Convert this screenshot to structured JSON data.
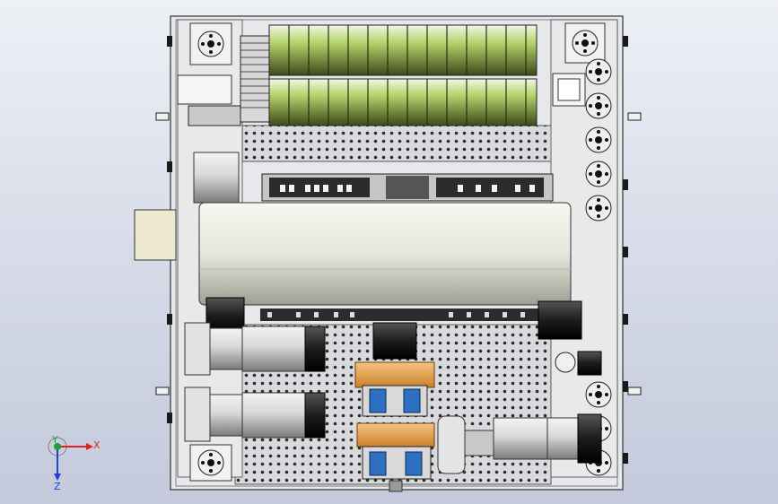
{
  "triad": {
    "x_label": "X",
    "y_label": "Y",
    "z_label": "Z"
  },
  "colors": {
    "frame": "#e7e8ec",
    "plate": "#cfd0d4",
    "hole": "#2c2c2c",
    "roller_green": "#b5d36b",
    "roller_dark": "#3d4a1a",
    "cylinder": "#ecece4",
    "orange": "#e7a24a",
    "blue_block": "#2d6fc0",
    "black": "#1c1c1c",
    "background": "#d6dae8"
  },
  "icons": [
    "coordinate-triad-icon"
  ]
}
